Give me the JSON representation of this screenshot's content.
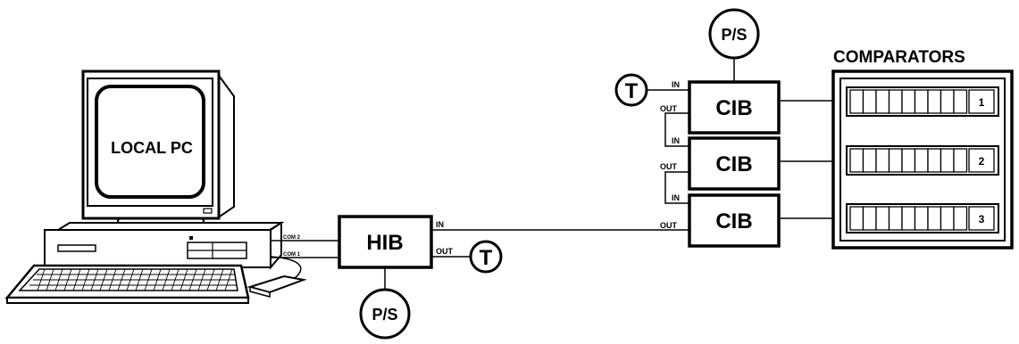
{
  "pc": {
    "label": "LOCAL PC",
    "com2": "COM 2",
    "com1": "COM 1"
  },
  "hib": {
    "label": "HIB",
    "in": "IN",
    "out": "OUT",
    "terminator": "T",
    "power": "P/S"
  },
  "cibs": [
    {
      "label": "CIB",
      "in": "IN",
      "out": "OUT",
      "terminator": "T",
      "power": "P/S"
    },
    {
      "label": "CIB",
      "in": "IN",
      "out": "OUT"
    },
    {
      "label": "CIB",
      "in": "IN",
      "out": "OUT"
    }
  ],
  "comparators": {
    "title": "COMPARATORS",
    "units": [
      {
        "number": "1"
      },
      {
        "number": "2"
      },
      {
        "number": "3"
      }
    ]
  }
}
